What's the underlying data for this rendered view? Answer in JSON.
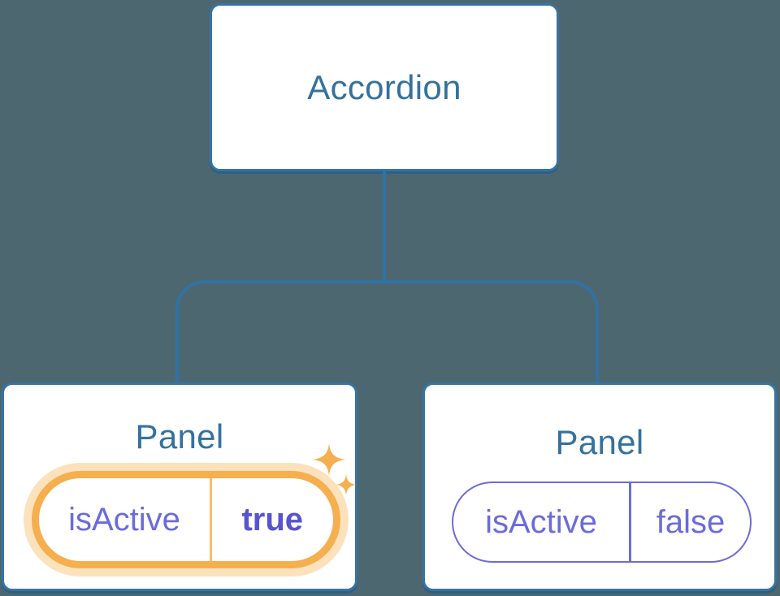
{
  "tree": {
    "root": {
      "label": "Accordion"
    },
    "panels": [
      {
        "title": "Panel",
        "prop_name": "isActive",
        "prop_value": "true",
        "state": "active-highlighted"
      },
      {
        "title": "Panel",
        "prop_name": "isActive",
        "prop_value": "false",
        "state": "inactive"
      }
    ]
  },
  "icons": {
    "sparkles": "sparkle-icon"
  },
  "colors": {
    "background": "#4C6770",
    "card_border_blue": "#3574A3",
    "card_border_shadow": "#2E5F86",
    "connector_blue": "#3172A4",
    "title_blue": "#35719E",
    "state_purple": "#6B6BDB",
    "state_purple_bold": "#5754D0",
    "highlight_orange": "#F5AF4E",
    "highlight_orange_glow": "#FBE2BC",
    "highlight_orange_divider": "#F6BC6E",
    "card_background": "#FFFFFF"
  }
}
